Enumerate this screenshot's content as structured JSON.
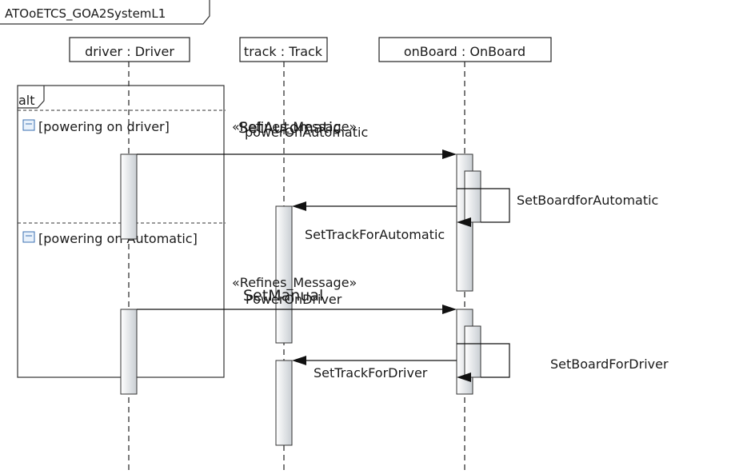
{
  "diagram": {
    "frame_title": "ATOoETCS_GOA2SystemL1",
    "lifelines": [
      {
        "id": "driver",
        "label": "driver : Driver"
      },
      {
        "id": "track",
        "label": "track : Track"
      },
      {
        "id": "onboard",
        "label": "onBoard : OnBoard"
      }
    ],
    "fragment": {
      "operator": "alt",
      "guards": [
        "[powering on driver]",
        "[powering on Automatic]"
      ]
    },
    "messages": {
      "m1_stereotype": "«Refines_Message»",
      "m1_overlay": "SetAutomatic",
      "m1_name": "powerOnAutomatic",
      "self1": "SetBoardforAutomatic",
      "back1": "SetTrackForAutomatic",
      "m2_stereotype": "«Refines_Message»",
      "m2_overlay": "SetManual",
      "m2_name": "PowerOnDriver",
      "self2": "SetBoardForDriver",
      "back2": "SetTrackForDriver"
    }
  }
}
